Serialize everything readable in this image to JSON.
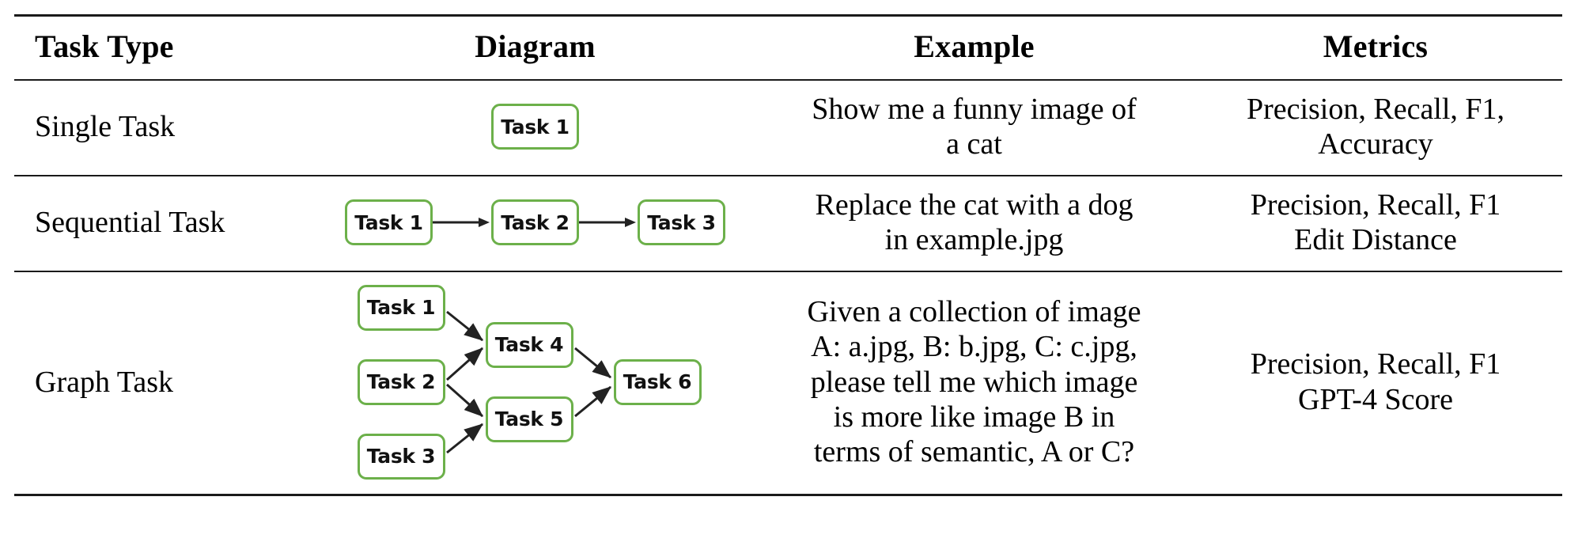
{
  "table": {
    "columns": [
      {
        "key": "task_type",
        "label": "Task Type"
      },
      {
        "key": "diagram",
        "label": "Diagram"
      },
      {
        "key": "example",
        "label": "Example"
      },
      {
        "key": "metrics",
        "label": "Metrics"
      }
    ],
    "rows": [
      {
        "task_type": "Single Task",
        "diagram": {
          "type": "single",
          "nodes": [
            "Task 1"
          ]
        },
        "example_lines": [
          "Show me a funny image of",
          "a cat"
        ],
        "metrics_lines": [
          "Precision, Recall, F1,",
          "Accuracy"
        ]
      },
      {
        "task_type": "Sequential Task",
        "diagram": {
          "type": "sequential",
          "nodes": [
            "Task 1",
            "Task 2",
            "Task 3"
          ]
        },
        "example_lines": [
          "Replace the cat with a dog",
          "in example.jpg"
        ],
        "metrics_lines": [
          "Precision, Recall, F1",
          "Edit Distance"
        ]
      },
      {
        "task_type": "Graph Task",
        "diagram": {
          "type": "graph",
          "nodes": [
            "Task 1",
            "Task 2",
            "Task 3",
            "Task 4",
            "Task 5",
            "Task 6"
          ],
          "edges": [
            [
              "Task 1",
              "Task 4"
            ],
            [
              "Task 2",
              "Task 4"
            ],
            [
              "Task 2",
              "Task 5"
            ],
            [
              "Task 3",
              "Task 5"
            ],
            [
              "Task 4",
              "Task 6"
            ],
            [
              "Task 5",
              "Task 6"
            ]
          ]
        },
        "example_lines": [
          "Given a collection of image",
          "A: a.jpg, B: b.jpg, C: c.jpg,",
          "please tell me which image",
          "is more like image B in",
          "terms of semantic, A or C?"
        ],
        "metrics_lines": [
          "Precision, Recall, F1",
          "GPT-4 Score"
        ]
      }
    ]
  },
  "colors": {
    "node_border": "#6cb04a",
    "node_fill": "#ffffff",
    "rule": "#1a1a1a",
    "text": "#000000",
    "arrow": "#222222"
  }
}
